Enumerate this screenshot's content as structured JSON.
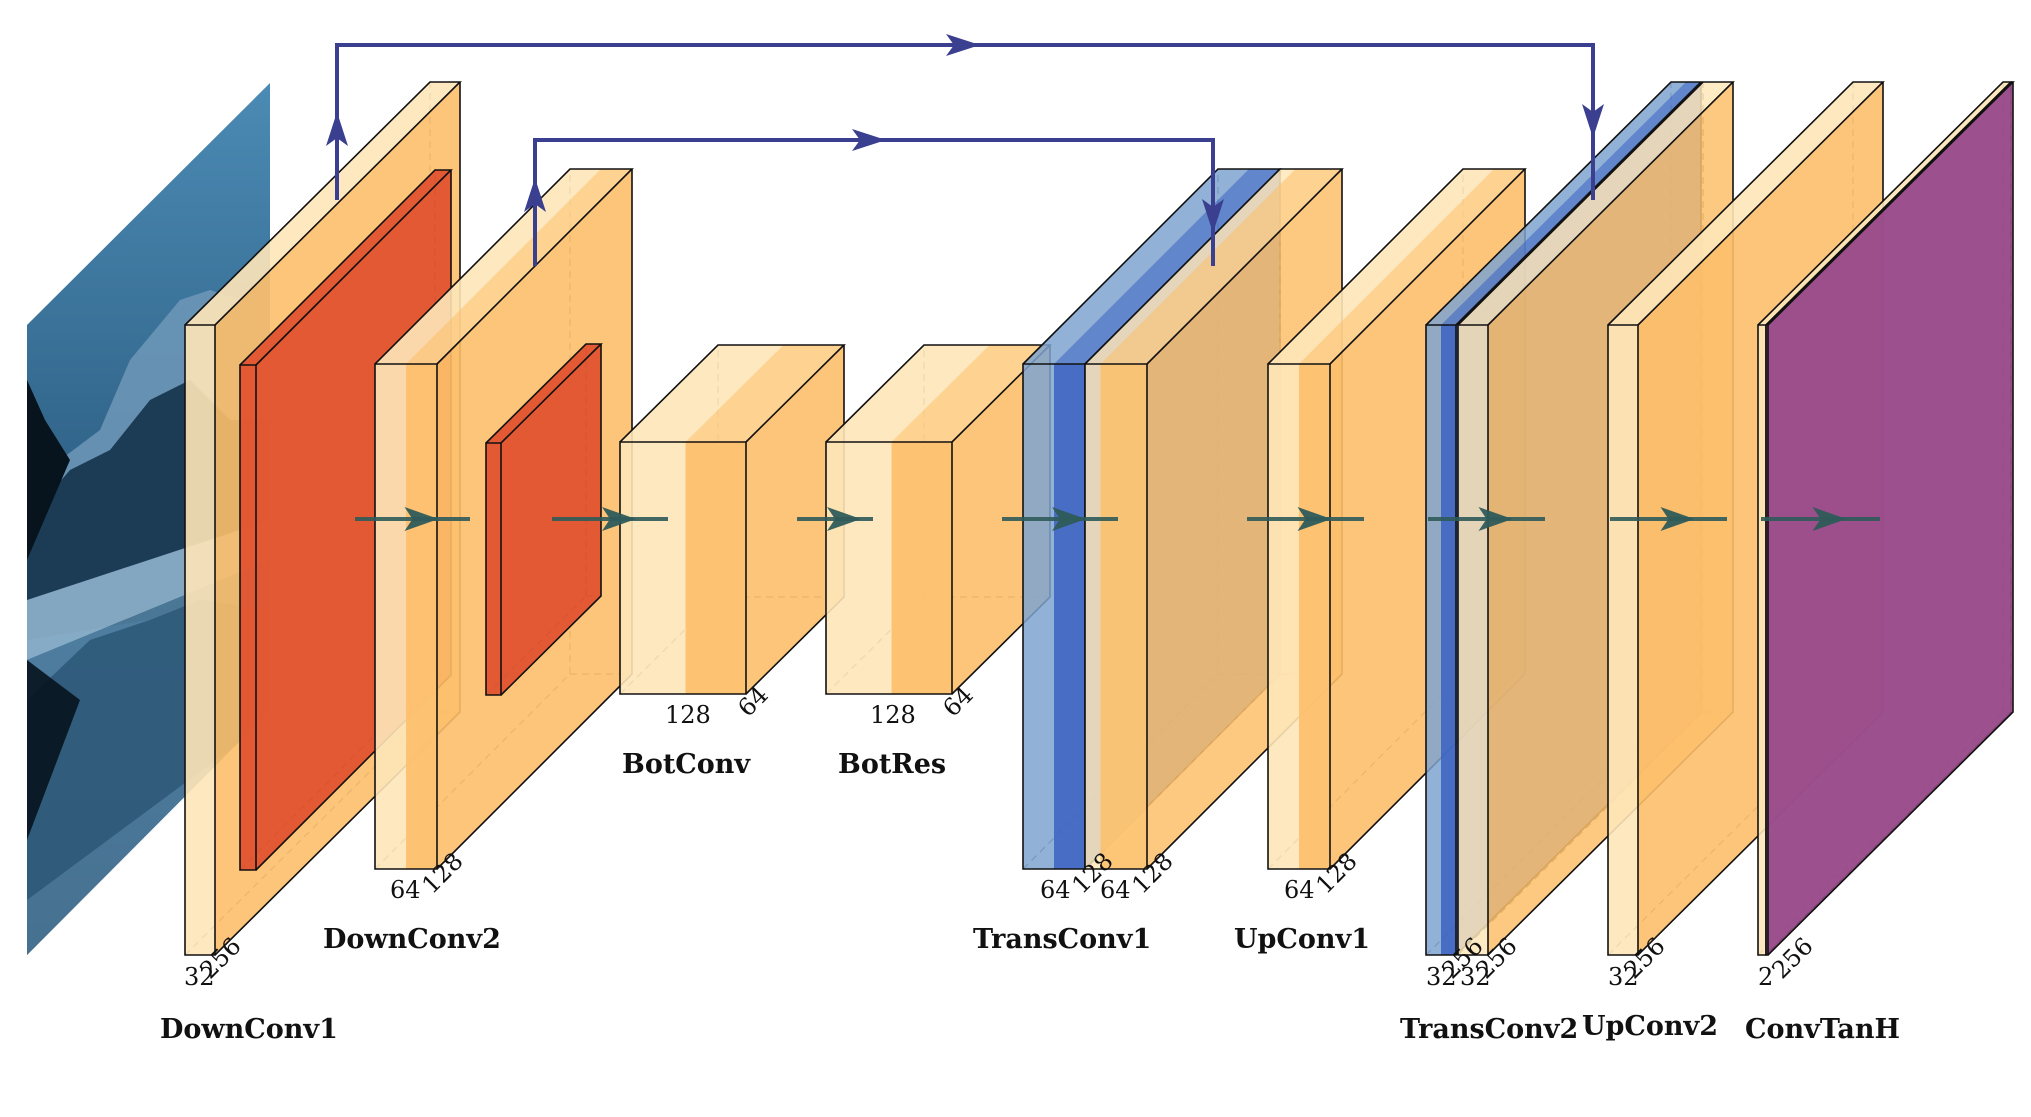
{
  "colors": {
    "conv_front": "#fee6b8",
    "conv_side": "#fdbf6a",
    "pool": "#e05330",
    "trans": "#7ea3cf",
    "trans_band": "#3a62c2",
    "tanh": "#9b4d8c",
    "skip_arrow": "#3a3f8f",
    "flow_arrow": "#2f5b5a",
    "sky_top": "#4d8db7",
    "sky_bottom": "#0b2438",
    "mountain": "#8fb3cf"
  },
  "layers": [
    {
      "name": "DownConv1",
      "dims": [
        "32",
        "256"
      ],
      "has_pool": true
    },
    {
      "name": "DownConv2",
      "dims": [
        "64",
        "128"
      ],
      "has_pool": true
    },
    {
      "name": "BotConv",
      "dims": [
        "128",
        "64"
      ]
    },
    {
      "name": "BotRes",
      "dims": [
        "128",
        "64"
      ]
    },
    {
      "name": "TransConv1",
      "dims": [
        "64",
        "128",
        "64",
        "128"
      ]
    },
    {
      "name": "UpConv1",
      "dims": [
        "64",
        "128"
      ]
    },
    {
      "name": "TransConv2",
      "dims": [
        "32",
        "256",
        "32",
        "256"
      ]
    },
    {
      "name": "UpConv2",
      "dims": [
        "32",
        "256"
      ]
    },
    {
      "name": "ConvTanH",
      "dims": [
        "2",
        "256"
      ]
    }
  ],
  "connections": {
    "skip": [
      {
        "from": "DownConv1",
        "to": "TransConv2"
      },
      {
        "from": "DownConv2",
        "to": "TransConv1"
      }
    ],
    "flow": [
      "DownConv1",
      "DownConv2",
      "BotConv",
      "BotRes",
      "TransConv1",
      "UpConv1",
      "TransConv2",
      "UpConv2",
      "ConvTanH"
    ]
  }
}
